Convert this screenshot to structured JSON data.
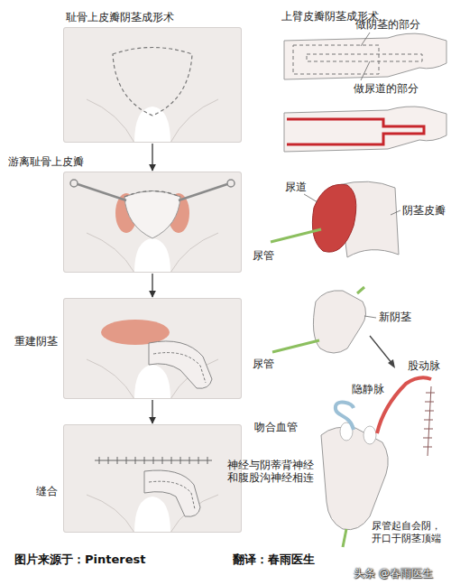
{
  "diagram": {
    "nodes": [
      {
        "text": [
          "耻骨上皮瓣阴茎成形术"
        ]
      },
      {
        "text": [
          "游离耻骨上皮瓣"
        ]
      },
      {
        "text": [
          "重建阴茎"
        ]
      },
      {
        "text": [
          "缝合"
        ]
      }
    ],
    "edges": [
      {
        "from": 0,
        "to": 1,
        "arrow": "to"
      },
      {
        "from": 1,
        "to": 2,
        "arrow": "to"
      },
      {
        "from": 2,
        "to": 3,
        "arrow": "to"
      }
    ],
    "labels": [
      "上臂皮瓣阴茎成形术",
      "做阴茎的部分",
      "做尿道的部分",
      "尿道",
      "阴茎皮瓣",
      "尿管",
      "新阴茎",
      "尿管",
      "股动脉",
      "隐静脉",
      "吻合血管",
      "神经与阴蒂背神经和腹股沟神经相连",
      "尿管起自会阴，开口于阴茎顶端",
      "图片来源于：Pinterest",
      "翻译：春雨医生",
      "头条 @春雨医生"
    ]
  }
}
